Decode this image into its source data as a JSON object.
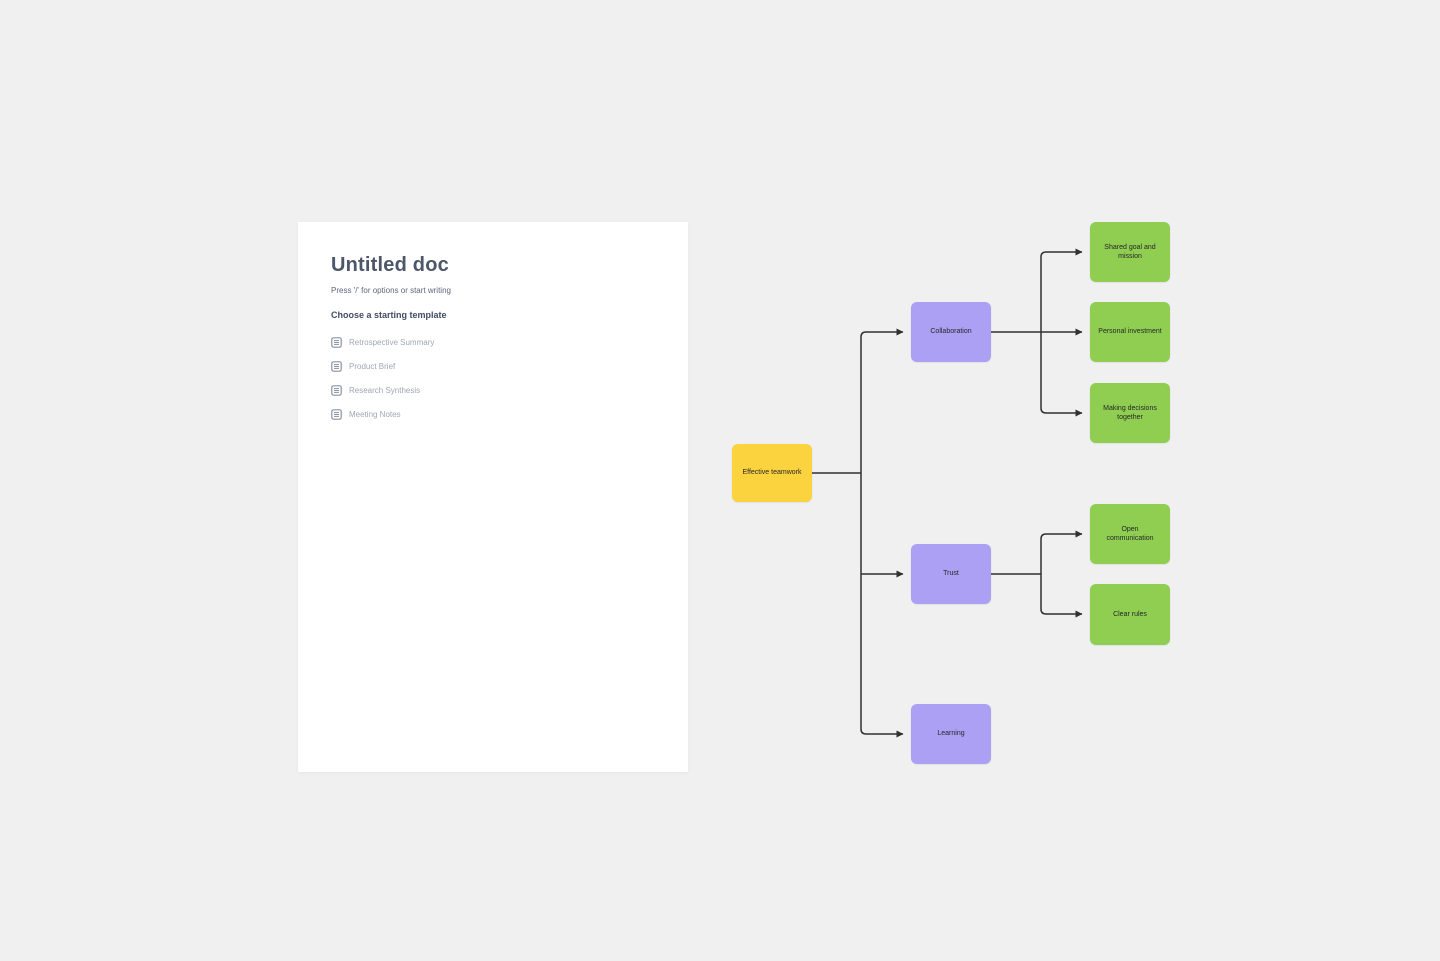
{
  "canvas": {
    "background_color": "#F0F0F0"
  },
  "document_panel": {
    "title": "Untitled doc",
    "placeholder": "Press '/' for options or start writing",
    "template_section_heading": "Choose a starting template",
    "template_icon": "document-list-icon",
    "templates": [
      {
        "label": "Retrospective Summary"
      },
      {
        "label": "Product Brief"
      },
      {
        "label": "Research Synthesis"
      },
      {
        "label": "Meeting Notes"
      }
    ]
  },
  "mindmap": {
    "connector_color": "#303030",
    "colors": {
      "root": "#FBD33E",
      "branch": "#ABA0F3",
      "leaf": "#8FCE50"
    },
    "nodes": {
      "root": {
        "label": "Effective teamwork"
      },
      "collaboration": {
        "label": "Collaboration"
      },
      "trust": {
        "label": "Trust"
      },
      "learning": {
        "label": "Learning"
      },
      "shared_goal": {
        "label": "Shared goal and mission"
      },
      "personal_investment": {
        "label": "Personal investment"
      },
      "making_decisions": {
        "label": "Making decisions together"
      },
      "open_communication": {
        "label": "Open communication"
      },
      "clear_rules": {
        "label": "Clear rules"
      }
    },
    "edges": [
      "Effective teamwork → Collaboration",
      "Effective teamwork → Trust",
      "Effective teamwork → Learning",
      "Collaboration → Shared goal and mission",
      "Collaboration → Personal investment",
      "Collaboration → Making decisions together",
      "Trust → Open communication",
      "Trust → Clear rules"
    ]
  }
}
